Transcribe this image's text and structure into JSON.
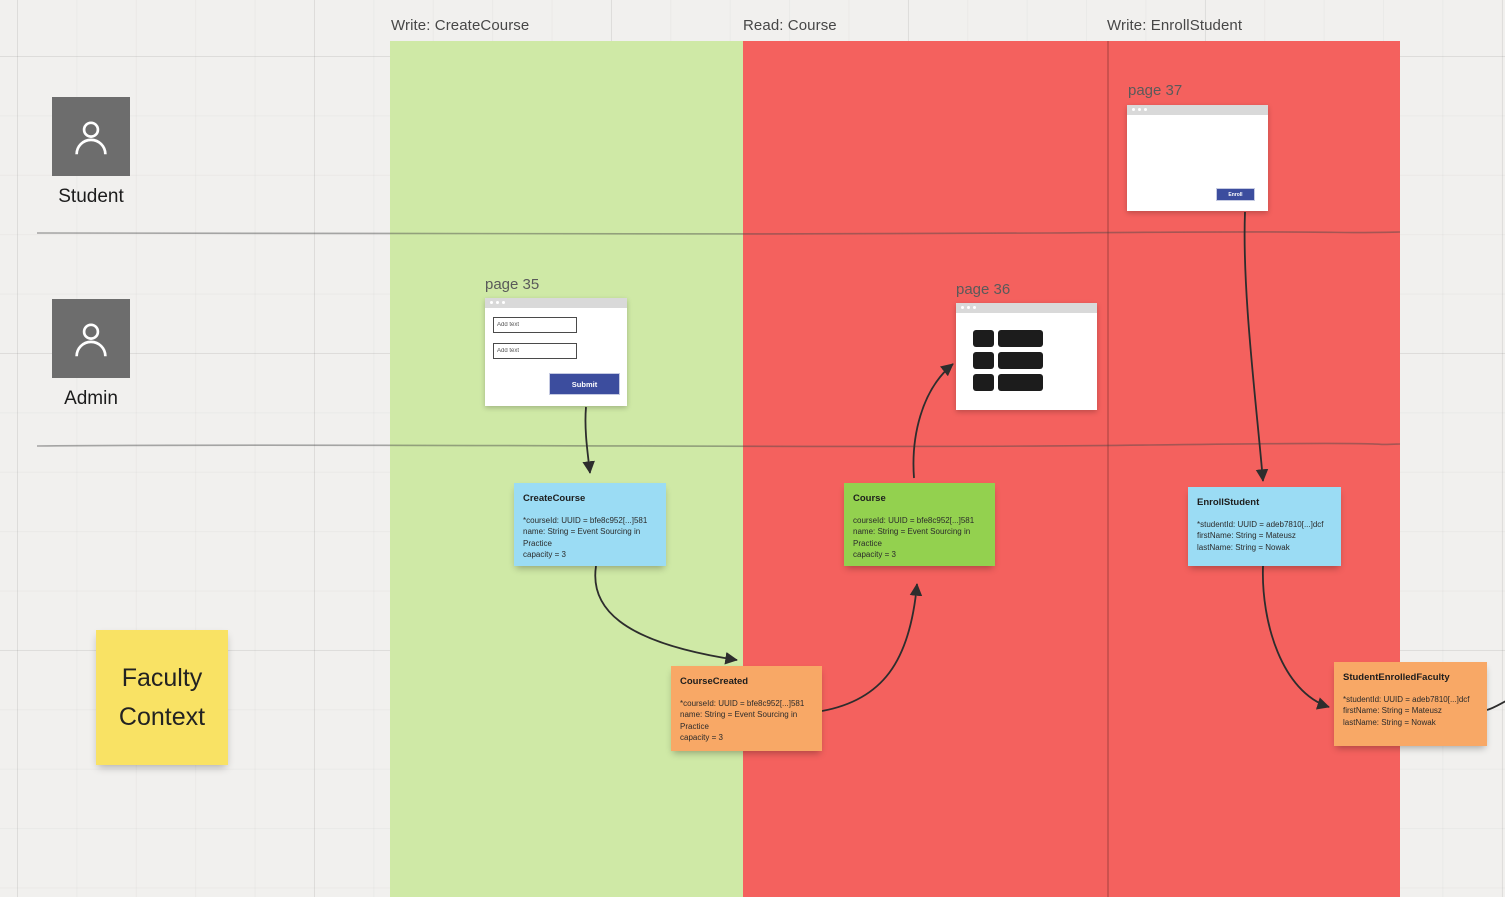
{
  "colors": {
    "board-bg": "#f1f0ee",
    "col-green": "#cfe9a6",
    "col-red": "#f4615e",
    "sticky-blue": "#9bdcf4",
    "sticky-green": "#93d14f",
    "sticky-orange": "#f8a866",
    "sticky-yellow": "#f9e264",
    "actor-gray": "#6d6d6d",
    "btn-indigo": "#3c4d9e",
    "arrow": "#2d2d2d"
  },
  "lanes": {
    "headers": [
      {
        "label": "Write: CreateCourse"
      },
      {
        "label": "Read: Course"
      },
      {
        "label": "Write: EnrollStudent"
      }
    ]
  },
  "actors": [
    {
      "label": "Student"
    },
    {
      "label": "Admin"
    }
  ],
  "context_note": {
    "text": "Faculty Context"
  },
  "wireframes": {
    "page35": {
      "title": "page 35",
      "inputs": [
        "Add text",
        "Add text"
      ],
      "submit_label": "Submit"
    },
    "page36": {
      "title": "page 36"
    },
    "page37": {
      "title": "page 37",
      "button_label": "Enroll"
    }
  },
  "stickies": {
    "create_course": {
      "title": "CreateCourse",
      "lines": [
        "*courseId: UUID = bfe8c952[...]581",
        "name: String = Event Sourcing in Practice",
        "capacity = 3"
      ]
    },
    "course": {
      "title": "Course",
      "lines": [
        "courseId: UUID = bfe8c952[...]581",
        "name: String = Event Sourcing in Practice",
        "capacity = 3"
      ]
    },
    "enroll_student": {
      "title": "EnrollStudent",
      "lines": [
        "*studentId: UUID = adeb7810[...]dcf",
        "firstName: String = Mateusz",
        "lastName: String = Nowak"
      ]
    },
    "course_created": {
      "title": "CourseCreated",
      "lines": [
        "*courseId: UUID = bfe8c952[...]581",
        "name: String = Event Sourcing in Practice",
        "capacity = 3"
      ]
    },
    "student_enrolled_faculty": {
      "title": "StudentEnrolledFaculty",
      "lines": [
        "*studentId: UUID = adeb7810[...]dcf",
        "firstName: String = Mateusz",
        "lastName: String = Nowak"
      ]
    }
  }
}
